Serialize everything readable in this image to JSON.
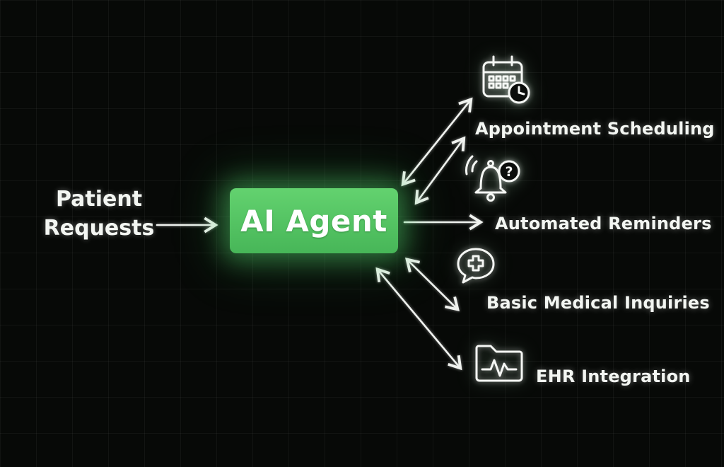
{
  "diagram": {
    "input": {
      "label": "Patient\nRequests"
    },
    "center": {
      "label": "AI Agent"
    },
    "outputs": [
      {
        "label": "Appointment Scheduling",
        "icon": "calendar-clock-icon"
      },
      {
        "label": "Automated Reminders",
        "icon": "bell-question-icon"
      },
      {
        "label": "Basic Medical Inquiries",
        "icon": "chat-medical-cross-icon"
      },
      {
        "label": "EHR Integration",
        "icon": "folder-ekg-icon"
      }
    ],
    "colors": {
      "background": "#070907",
      "accent_green": "#55c964",
      "text": "#f3f6f2",
      "line": "#f0f2ef"
    }
  }
}
